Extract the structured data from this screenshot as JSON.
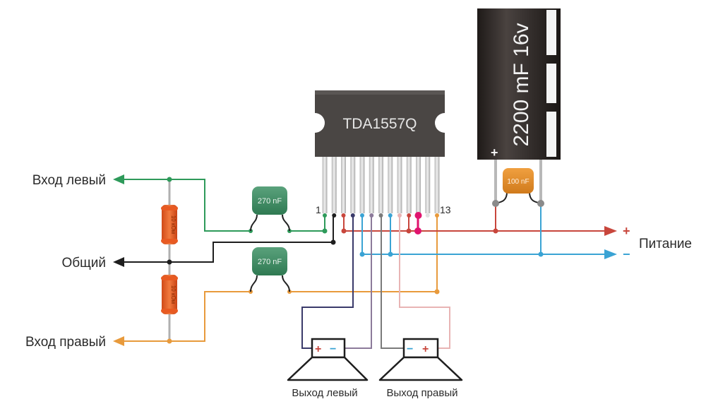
{
  "chip": {
    "label": "TDA1557Q",
    "pin_first": "1",
    "pin_last": "13",
    "pin_count": 13
  },
  "electrolytic_capacitor": {
    "label": "2200 mF 16v",
    "polarity_mark": "+"
  },
  "bypass_capacitor": {
    "label": "100 nF"
  },
  "input_capacitors": [
    {
      "label": "270 nF"
    },
    {
      "label": "270 nF"
    }
  ],
  "resistors": [
    {
      "label": "10 кОм"
    },
    {
      "label": "10 кОм"
    }
  ],
  "labels": {
    "input_left": "Вход левый",
    "common": "Общий",
    "input_right": "Вход правый",
    "power": "Питание",
    "power_plus": "+",
    "power_minus": "−",
    "output_left": "Выход левый",
    "output_right": "Выход правый"
  },
  "speakers": [
    {
      "name": "left",
      "terminals": [
        "+",
        "−"
      ]
    },
    {
      "name": "right",
      "terminals": [
        "−",
        "+"
      ]
    }
  ],
  "colors": {
    "input_left": "#2e9a5a",
    "input_right": "#e89a3c",
    "common": "#1e1e1e",
    "power_plus": "#c8463c",
    "power_minus": "#3aa3d4",
    "out_left_plus": "#3a3a6a",
    "out_left_minus": "#8c7a9a",
    "out_right_minus": "#7a7a7a",
    "out_right_plus": "#e8b4b4",
    "pin_highlight": "#e0146e",
    "chip_body": "#4a4644",
    "resistor": "#e8622a",
    "cap_green": "#3d8a62",
    "cap_orange": "#e08a2a"
  }
}
